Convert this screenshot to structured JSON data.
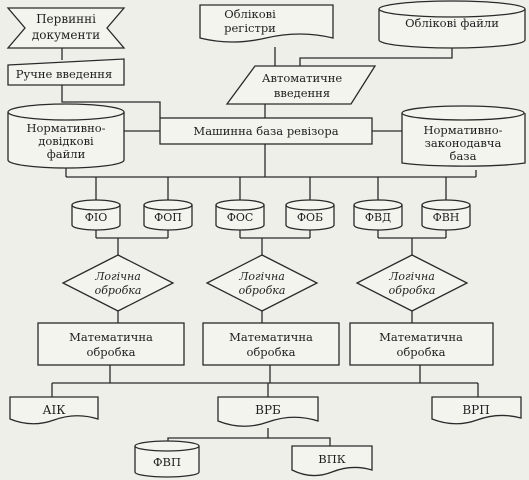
{
  "diagram": {
    "primary_docs": [
      "Первинні",
      "документи"
    ],
    "manual_input": "Ручне введення",
    "accounting_registers": [
      "Облікові",
      "регістри"
    ],
    "accounting_files": "Облікові файли",
    "auto_input": [
      "Автоматичне",
      "введення"
    ],
    "normative_reference_files": [
      "Нормативно-",
      "довідкові",
      "файли"
    ],
    "auditor_machine_base": "Машинна база ревізора",
    "normative_legislative_base": [
      "Нормативно-",
      "законодавча",
      "база"
    ],
    "file_storages": [
      "ФІО",
      "ФОП",
      "ФОС",
      "ФОБ",
      "ФВД",
      "ФВН"
    ],
    "logical_processing": [
      "Логічна",
      "обробка"
    ],
    "math_processing": [
      "Математична",
      "обробка"
    ],
    "outputs": [
      "АІК",
      "ВРБ",
      "ВРП"
    ],
    "bottom_storage": "ФВП",
    "bottom_document": "ВПК"
  }
}
